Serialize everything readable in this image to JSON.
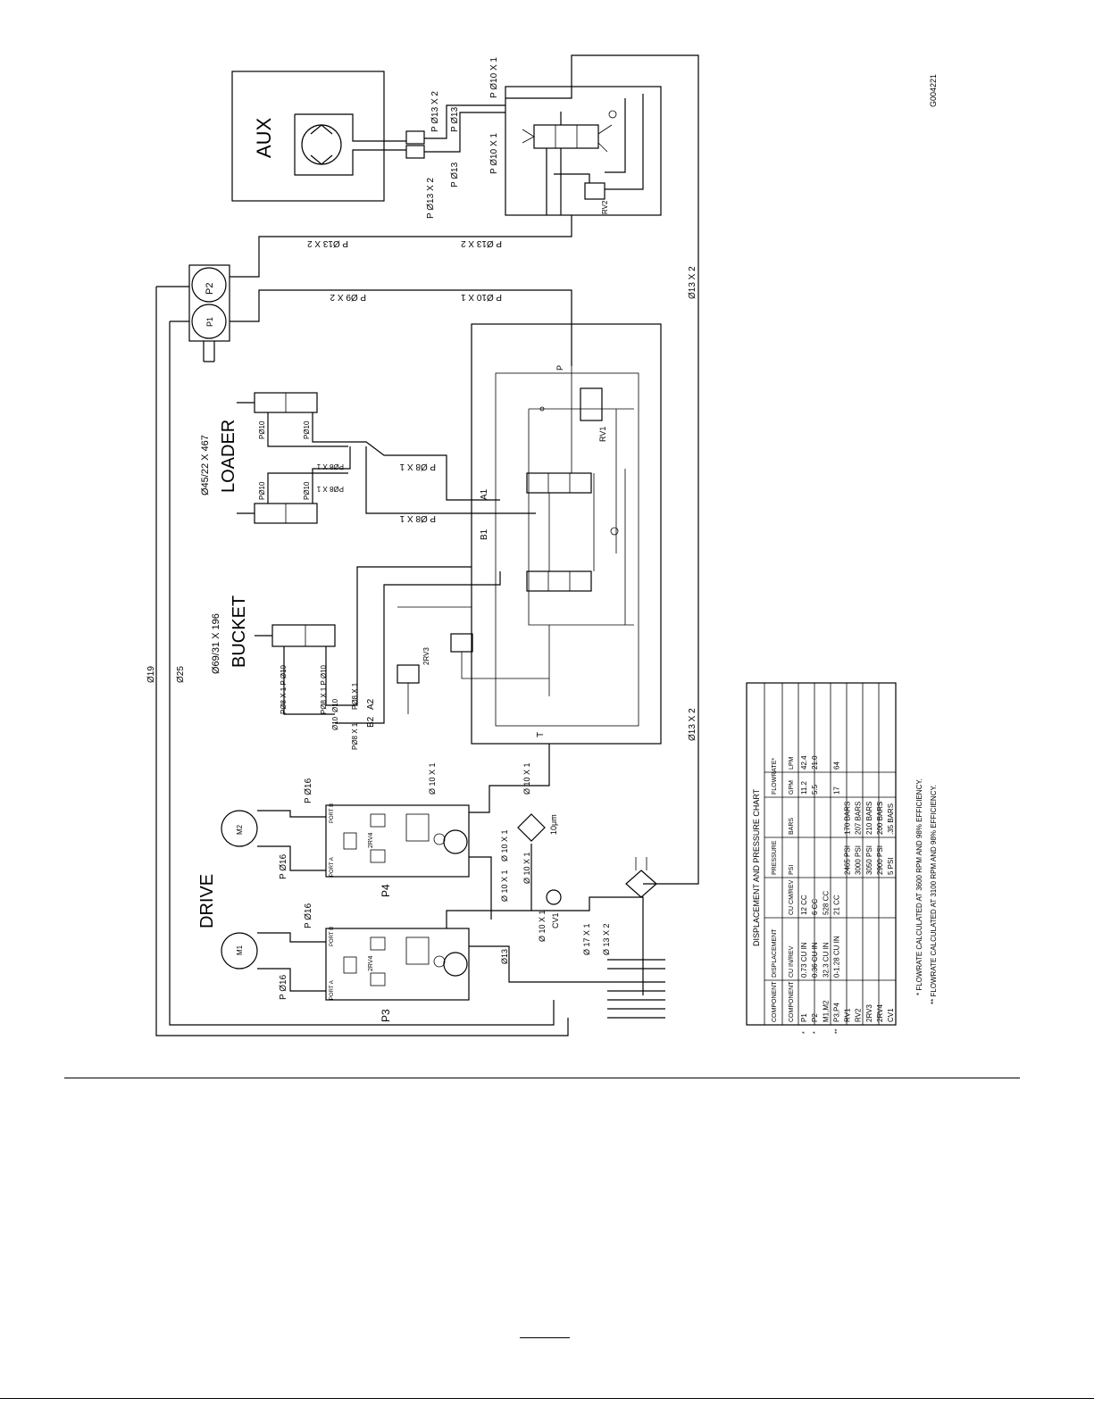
{
  "figure_id": "G004221",
  "labels": {
    "aux": "AUX",
    "loader": "LOADER",
    "loader_cyl": "Ø45/22 X 467",
    "bucket": "BUCKET",
    "bucket_cyl": "Ø69/31 X 196",
    "drive": "DRIVE",
    "p1": "P1",
    "p2": "P2",
    "p3": "P3",
    "p4": "P4",
    "m1": "M1",
    "m2": "M2",
    "rv1": "RV1",
    "rv2": "RV2",
    "rv3": "2RV3",
    "rv4a": "2RV4",
    "rv4b": "2RV4",
    "cv1": "CV1",
    "a1": "A1",
    "b1": "B1",
    "a2": "A2",
    "b2": "B2",
    "t": "T",
    "p": "P",
    "filter": "10μm",
    "port_a": "PORT A",
    "port_b": "PORT B"
  },
  "hoses": {
    "p013x2_top": "P Ø13 X 2",
    "p013_top": "P Ø13",
    "p010x1_top": "P Ø10 X 1",
    "p013x2_mid": "P Ø13 X 2",
    "p013_mid": "P Ø13",
    "p010x1_mid": "P Ø10 X 1",
    "p013x2_h1": "P Ø13 X 2",
    "p013x2_h2": "P Ø13 X 2",
    "p09x2": "P Ø9 X 2",
    "p010x1_h": "P Ø10 X 1",
    "o13x2_right": "Ø13 X 2",
    "o13x2_right2": "Ø13 X 2",
    "p08x1_a": "P Ø8 X 1",
    "p08x1_b": "P Ø8 X 1",
    "p08x1_c": "PØ8 X 1",
    "p08x1_d": "PØ8 X 1",
    "p010_a": "PØ10",
    "p010_b": "PØ10",
    "p010_c": "PØ10",
    "p010_d": "PØ10",
    "o19": "Ø19",
    "o25": "Ø25",
    "bucket_h1": "PØ8 X 1  P Ø10",
    "bucket_h2": "PØ8 X 1  P Ø10",
    "bucket_h3": "PØ8 X 1",
    "bucket_h4": "PØ8 X 1",
    "bucket_h5": "Ø10",
    "bucket_h6": "Ø10",
    "p016_1": "P Ø16",
    "p016_2": "P Ø16",
    "p016_3": "P Ø16",
    "p016_4": "P Ø16",
    "o10x1_1": "Ø 10 X 1",
    "o10x1_2": "Ø 10 X 1",
    "o10x1_3": "Ø 10 X 1",
    "o10x1_4": "Ø 10 X 1",
    "o10x1_5": "Ø 10 X 1",
    "o10x1_6": "Ø 10 X 1",
    "o13": "Ø13",
    "o17x1": "Ø 17 X 1",
    "o13x2_bottom": "Ø 13 X 2"
  },
  "chart": {
    "title": "DISPLACEMENT AND PRESSURE CHART",
    "group_headers": [
      "COMPONENT",
      "DISPLACEMENT",
      "PRESSURE",
      "FLOWRATE*"
    ],
    "sub_headers": [
      "COMPONENT",
      "CU IN/REV",
      "CU CM/REV",
      "PSI",
      "BARS",
      "GPM",
      "LPM"
    ],
    "rows": [
      {
        "mark": "*",
        "cells": [
          "P1",
          "0.73 CU IN",
          "12 CC",
          "",
          "",
          "11.2",
          "42.4"
        ]
      },
      {
        "mark": "*",
        "cells": [
          "P2",
          "0.36 CU IN",
          "6 CC",
          "",
          "",
          "5.5",
          "21.0"
        ]
      },
      {
        "mark": "",
        "cells": [
          "M1,M2",
          "32.3 CU IN",
          "528 CC",
          "",
          "",
          "",
          ""
        ]
      },
      {
        "mark": "**",
        "cells": [
          "P3,P4",
          "0-1.28 CU IN",
          "21 CC",
          "",
          "",
          "17",
          "64"
        ]
      },
      {
        "mark": "",
        "cells": [
          "RV1",
          "",
          "",
          "2465 PSI",
          "170 BARS",
          "",
          ""
        ]
      },
      {
        "mark": "",
        "cells": [
          "RV2",
          "",
          "",
          "3000 PSI",
          "207 BARS",
          "",
          ""
        ]
      },
      {
        "mark": "",
        "cells": [
          "2RV3",
          "",
          "",
          "3050 PSI",
          "210 BARS",
          "",
          ""
        ]
      },
      {
        "mark": "",
        "cells": [
          "2RV4",
          "",
          "",
          "2900 PSI",
          "200 BARS",
          "",
          ""
        ]
      },
      {
        "mark": "",
        "cells": [
          "CV1",
          "",
          "",
          "5 PSI",
          ".35 BARS",
          "",
          ""
        ]
      }
    ],
    "footnotes": [
      "*  FLOWRATE CALCULATED AT 3600 RPM AND 98% EFFICIENCY.",
      "** FLOWRATE CALCULATED AT 3100 RPM AND 98% EFFICIENCY."
    ]
  }
}
